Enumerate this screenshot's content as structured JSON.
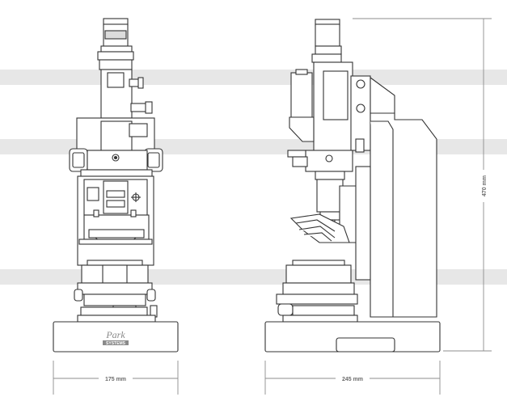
{
  "drawing": {
    "dimensions": {
      "front_width": "175 mm",
      "side_width": "245 mm",
      "height": "470 mm"
    },
    "logo": {
      "brand": "Park",
      "sub": "SYSTEMS"
    },
    "colors": {
      "band": "#e7e7e7",
      "line": "#333333",
      "dim_line": "#8c8c8c",
      "text": "#6b6b6b"
    }
  }
}
